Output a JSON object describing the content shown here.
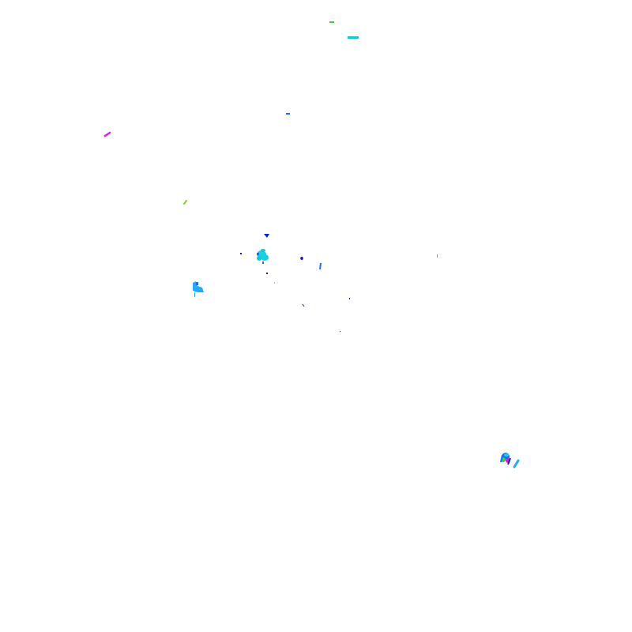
{
  "map": {
    "background": "#ffffff",
    "palette": {
      "green": "#3ecf3e",
      "cyan": "#12c8d8",
      "blue": "#1a6bff",
      "navy": "#1020c8",
      "magenta": "#e020d0",
      "sky": "#22aaff",
      "lime": "#7ed321",
      "aqua": "#18d0e0"
    },
    "blobs": [
      {
        "id": "blob-1",
        "color": "#3ecf3e",
        "shape": "dash"
      },
      {
        "id": "blob-2",
        "color": "#12c8d8",
        "shape": "dash"
      },
      {
        "id": "blob-3",
        "color": "#1a6bff",
        "shape": "dash"
      },
      {
        "id": "blob-4",
        "color": "#e020d0",
        "shape": "streak"
      },
      {
        "id": "blob-5",
        "color": "#7ed321",
        "shape": "streak"
      },
      {
        "id": "blob-6",
        "color": "#1020c8",
        "shape": "triangle"
      },
      {
        "id": "blob-7",
        "color": "#18d0e0",
        "shape": "cluster"
      },
      {
        "id": "blob-8",
        "color": "#1020c8",
        "shape": "dot"
      },
      {
        "id": "blob-9",
        "color": "#1020c8",
        "shape": "dot"
      },
      {
        "id": "blob-10",
        "color": "#1a6bff",
        "shape": "streak"
      },
      {
        "id": "blob-11",
        "color": "#22aaff",
        "shape": "cluster"
      },
      {
        "id": "blob-12",
        "color": "#12c8d8",
        "shape": "dot"
      },
      {
        "id": "blob-13",
        "color": "#1020c8",
        "shape": "dot"
      },
      {
        "id": "blob-14",
        "color": "#1a6bff",
        "shape": "cluster"
      }
    ]
  }
}
